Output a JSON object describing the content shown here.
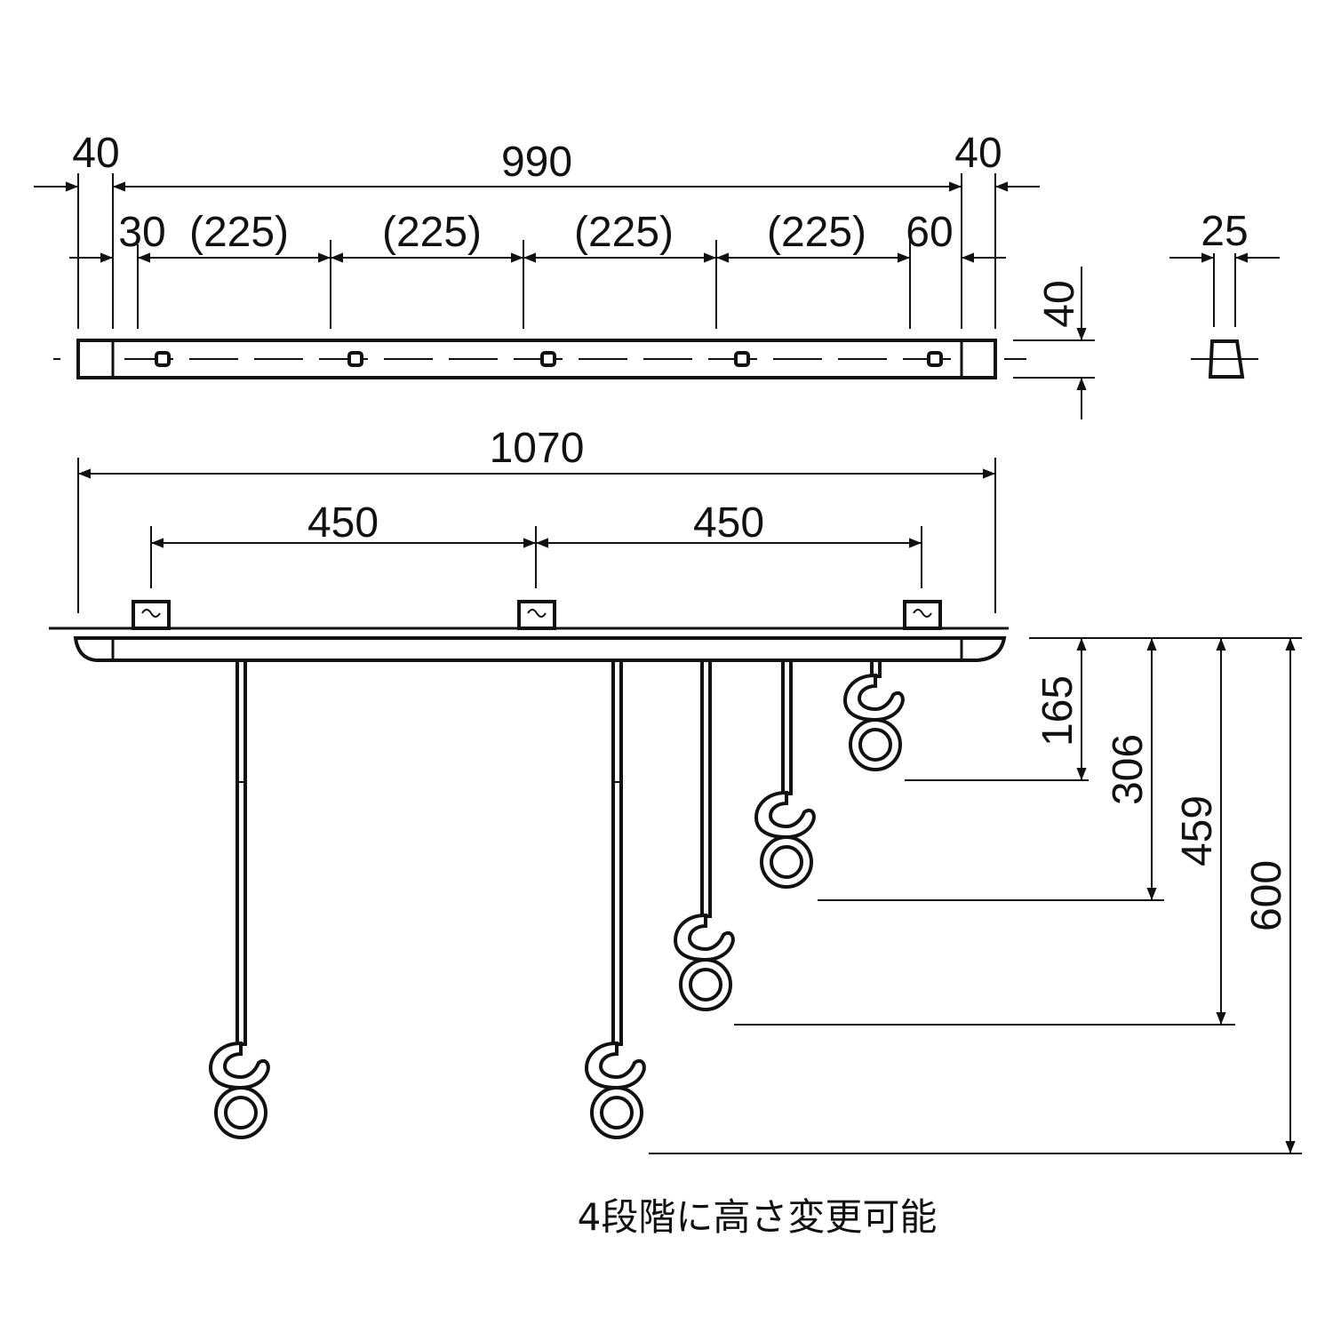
{
  "top_view": {
    "overall_dims": {
      "end_left": "40",
      "middle": "990",
      "end_right": "40"
    },
    "spacing_dims": [
      "30",
      "(225)",
      "(225)",
      "(225)",
      "(225)",
      "60"
    ],
    "height_dim": "40",
    "section_width_dim": "25"
  },
  "front_view": {
    "total_length": "1070",
    "bracket_spacing": [
      "450",
      "450"
    ],
    "drop_heights": [
      "165",
      "306",
      "459",
      "600"
    ]
  },
  "note": "4段階に高さ変更可能"
}
